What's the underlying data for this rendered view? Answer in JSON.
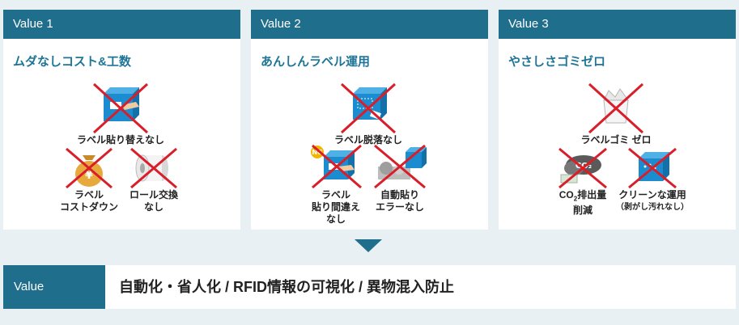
{
  "cards": [
    {
      "header": "Value 1",
      "title": "ムダなしコスト&工数",
      "items": [
        {
          "label": "ラベル貼り替えなし",
          "icon": "box-hand-label-icon"
        },
        {
          "label_lines": [
            "ラベル",
            "コストダウン"
          ],
          "icon": "money-bag-yen-icon"
        },
        {
          "label_lines": [
            "ロール交換",
            "なし"
          ],
          "icon": "label-roll-icon"
        }
      ]
    },
    {
      "header": "Value 2",
      "title": "あんしんラベル運用",
      "items": [
        {
          "label": "ラベル脱落なし",
          "icon": "box-label-falling-icon"
        },
        {
          "label_lines": [
            "ラベル",
            "貼り間違え",
            "なし"
          ],
          "icon": "ng-box-hand-icon",
          "badge": "NG"
        },
        {
          "label_lines": [
            "自動貼り",
            "エラーなし"
          ],
          "icon": "auto-labeler-machine-icon"
        }
      ]
    },
    {
      "header": "Value 3",
      "title": "やさしさゴミゼロ",
      "items": [
        {
          "label": "ラベルゴミ ゼロ",
          "icon": "trash-box-icon"
        },
        {
          "label_line2": "削減",
          "icon": "co2-cloud-icon",
          "co2_text": "CO₂"
        },
        {
          "label_lines": [
            "クリーンな運用",
            "（剥がし汚れなし）"
          ],
          "icon": "clean-box-icon"
        }
      ]
    }
  ],
  "co2_label": {
    "prefix": "CO",
    "sub": "2",
    "suffix": "排出量"
  },
  "value_bar": {
    "tag": "Value",
    "text": "自動化・省人化 / RFID情報の可視化 / 異物混入防止"
  },
  "colors": {
    "header": "#1f6e8c",
    "title": "#1f7597",
    "cross": "#d91e2a",
    "box": "#1b8ccf"
  }
}
